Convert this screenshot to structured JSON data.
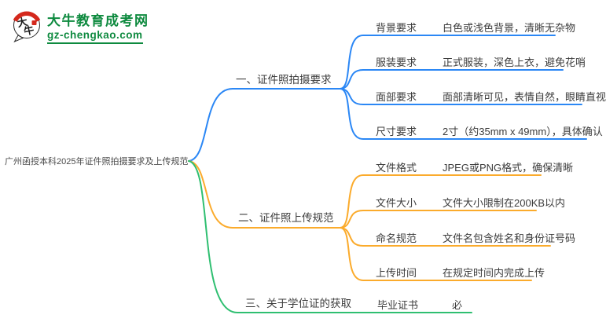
{
  "logo": {
    "icon_text": "大牛",
    "site_name": "大牛教育成考网",
    "site_url": "gz-chengkao.com",
    "brand_color": "#0e8a3f",
    "icon_red": "#d4281c"
  },
  "root": {
    "label": "广州函授本科2025年证件照拍摄要求及上传规范"
  },
  "branches": [
    {
      "label": "一、证件照拍摄要求",
      "color": "#2b87f5",
      "children": [
        {
          "key": "背景要求",
          "value": "白色或浅色背景，清晰无杂物"
        },
        {
          "key": "服装要求",
          "value": "正式服装，深色上衣，避免花哨"
        },
        {
          "key": "面部要求",
          "value": "面部清晰可见，表情自然，眼睛直视"
        },
        {
          "key": "尺寸要求",
          "value": "2寸（约35mm x 49mm），具体确认"
        }
      ]
    },
    {
      "label": "二、证件照上传规范",
      "color": "#fbab2c",
      "children": [
        {
          "key": "文件格式",
          "value": "JPEG或PNG格式，确保清晰"
        },
        {
          "key": "文件大小",
          "value": "文件大小限制在200KB以内"
        },
        {
          "key": "命名规范",
          "value": "文件名包含姓名和身份证号码"
        },
        {
          "key": "上传时间",
          "value": "在规定时间内完成上传"
        }
      ]
    },
    {
      "label": "三、关于学位证的获取",
      "color": "#2fbf71",
      "children": [
        {
          "key": "毕业证书",
          "value": "必"
        }
      ]
    }
  ]
}
